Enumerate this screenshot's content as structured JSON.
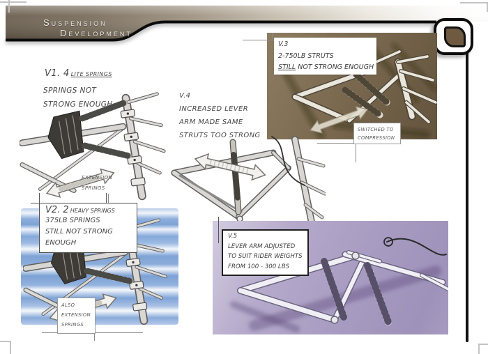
{
  "header": {
    "title_line1": "Suspension",
    "title_line2": "Development"
  },
  "v1": {
    "version": "V1. 4",
    "detail": "LITE SPRINGS",
    "lines": [
      "SPRINGS NOT",
      "STRONG ENOUGH"
    ],
    "label_lines": [
      "EXTENSION",
      "SPRINGS"
    ]
  },
  "v2": {
    "version": "V2. 2",
    "detail": "HEAVY SPRINGS",
    "lines": [
      "375LB SPRINGS",
      "STILL NOT STRONG",
      "ENOUGH"
    ],
    "label_lines": [
      "ALSO",
      "EXTENSION",
      "SPRINGS"
    ]
  },
  "v3": {
    "version": "V.3",
    "line1": "2-750LB STRUTS",
    "line2_underlined": "STILL",
    "line2_rest": " NOT STRONG ENOUGH",
    "label_lines": [
      "SWITCHED TO",
      "COMPRESSION"
    ]
  },
  "v4": {
    "version": "V.4",
    "lines": [
      "INCREASED LEVER",
      "ARM MADE SAME",
      "STRUTS TOO STRONG"
    ]
  },
  "v5": {
    "version": "V.5",
    "lines": [
      "LEVER ARM ADJUSTED",
      "TO SUIT RIDER WEIGHTS",
      "FROM 100 - 300 LBS"
    ]
  },
  "colors": {
    "header_brown": "#6b5f4f",
    "v3_background": "#76654c",
    "v5_background": "#aa9ec4",
    "v2_sky_blue": "#85a7d8",
    "outline_black": "#0c0c0c"
  }
}
